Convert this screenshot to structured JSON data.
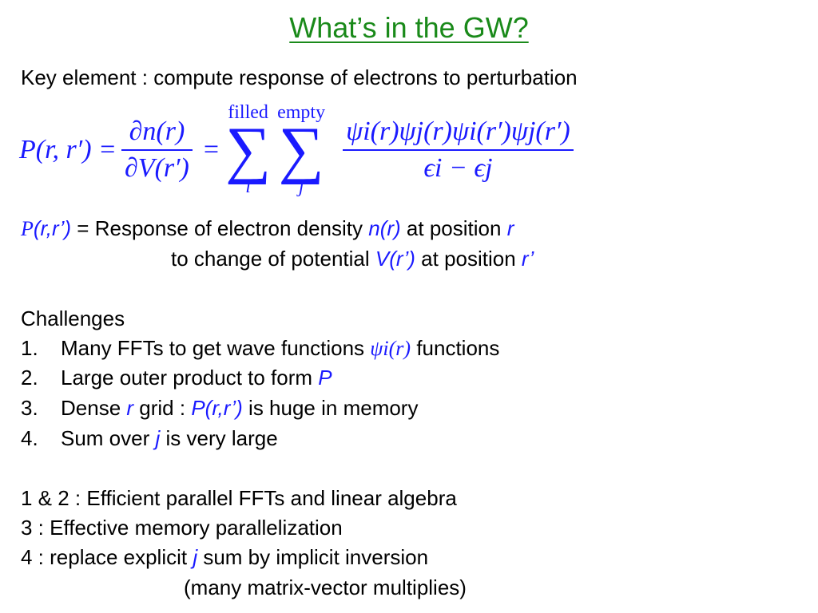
{
  "title": "What’s in the GW?",
  "key_element": "Key element : compute response of electrons to perturbation",
  "equation": {
    "lhs": "P(r, r′) =",
    "deriv_num": "∂n(r)",
    "deriv_den": "∂V(r′)",
    "equals": "=",
    "sum1_upper": "filled",
    "sum1_lower": "i",
    "sum2_upper": "empty",
    "sum2_lower": "j",
    "sigma": "∑",
    "frac_num": "ψi(r)ψj(r)ψi(r′)ψj(r′)",
    "frac_den": "ϵi − ϵj"
  },
  "definition": {
    "P": "P",
    "args": "(r,r’)",
    "eq": " = ",
    "text1": "Response of electron density ",
    "n": "n",
    "n_arg": "(r)",
    "text2": " at position ",
    "r": "r",
    "text3": "to change of potential ",
    "V": "V",
    "V_arg": "(r’)",
    "text4": " at position ",
    "r2": "r’"
  },
  "challenges": {
    "heading": "Challenges",
    "items": [
      {
        "num": "1.",
        "pre": "Many FFTs to get wave functions ",
        "sym": "ψi(r)",
        "post": " functions"
      },
      {
        "num": "2.",
        "pre": "Large outer product to form ",
        "sym": "P",
        "post": ""
      },
      {
        "num": "3.",
        "pre": "Dense ",
        "sym": "r",
        "mid": " grid : ",
        "sym2": "P(r,r’)",
        "post": " is huge in memory"
      },
      {
        "num": "4.",
        "pre": "Sum over ",
        "sym": "j",
        "post": " is very large"
      }
    ]
  },
  "solutions": [
    "1 & 2 : Efficient parallel FFTs and linear algebra",
    "3 : Effective memory parallelization",
    {
      "pre": "4 : replace explicit ",
      "sym": "j",
      "post": " sum by implicit inversion"
    },
    "(many matrix-vector multiplies)"
  ],
  "colors": {
    "title": "#1a8a1a",
    "math": "#1a1aff",
    "text": "#000000"
  }
}
